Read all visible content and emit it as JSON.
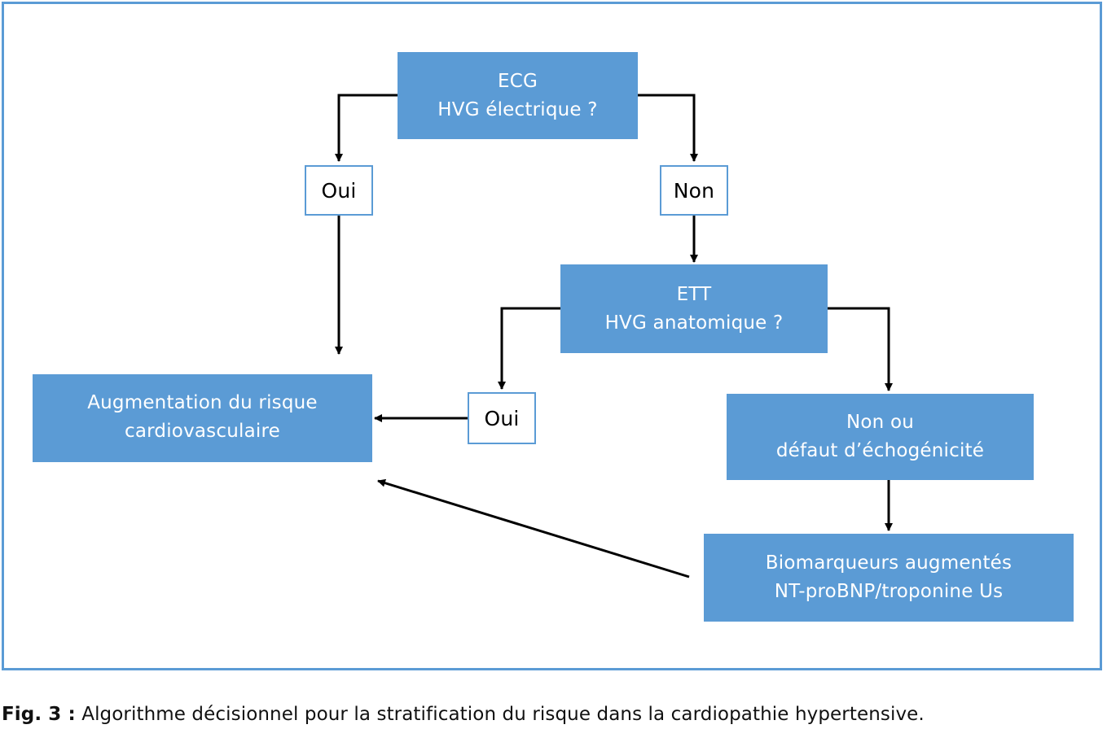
{
  "diagram": {
    "nodes": {
      "ecg": {
        "line1": "ECG",
        "line2": "HVG électrique ?"
      },
      "oui_1": {
        "label": "Oui"
      },
      "non_1": {
        "label": "Non"
      },
      "ett": {
        "line1": "ETT",
        "line2": "HVG anatomique ?"
      },
      "oui_2": {
        "label": "Oui"
      },
      "risk": {
        "line1": "Augmentation du risque",
        "line2": "cardiovasculaire"
      },
      "non_ou": {
        "line1": "Non ou",
        "line2": "défaut d’échogénicité"
      },
      "biomarkers": {
        "line1": "Biomarqueurs augmentés",
        "line2": "NT-proBNP/troponine Us"
      }
    },
    "edges": [
      {
        "from": "ecg",
        "to": "oui_1"
      },
      {
        "from": "ecg",
        "to": "non_1"
      },
      {
        "from": "oui_1",
        "to": "risk"
      },
      {
        "from": "non_1",
        "to": "ett"
      },
      {
        "from": "ett",
        "to": "oui_2"
      },
      {
        "from": "ett",
        "to": "non_ou"
      },
      {
        "from": "oui_2",
        "to": "risk"
      },
      {
        "from": "non_ou",
        "to": "biomarkers"
      },
      {
        "from": "biomarkers",
        "to": "risk"
      }
    ],
    "colors": {
      "box_fill": "#5b9bd5",
      "border": "#5b9bd5",
      "arrow": "#000000"
    }
  },
  "caption": {
    "label": "Fig. 3 :",
    "text": "Algorithme décisionnel pour la stratification du risque dans la cardiopathie hypertensive."
  }
}
